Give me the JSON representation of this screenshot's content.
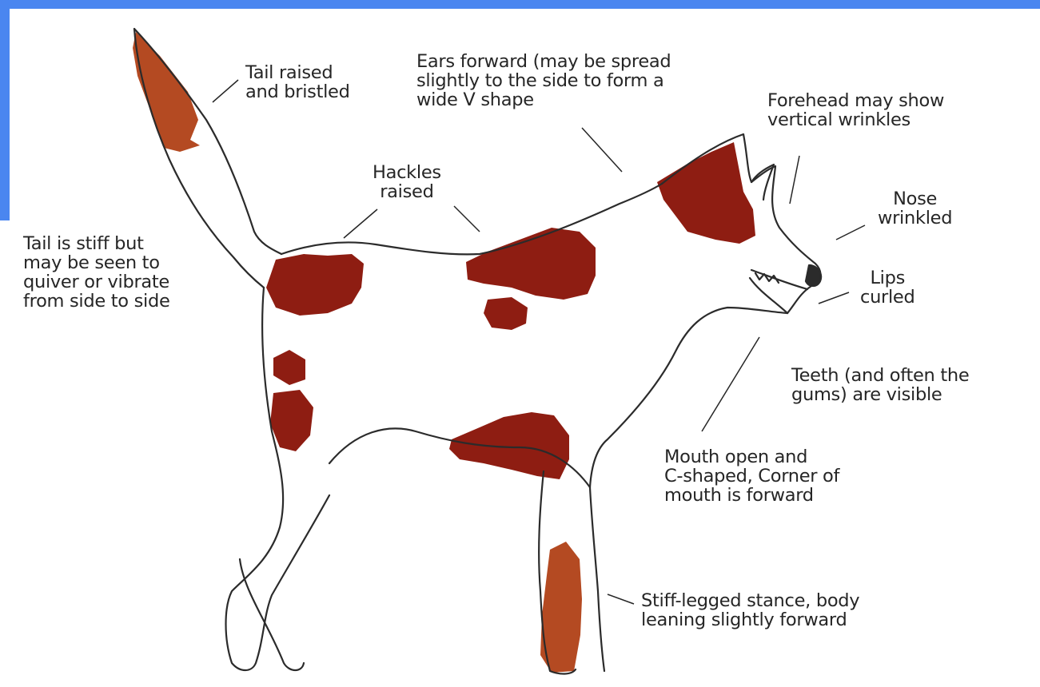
{
  "colors": {
    "frame": "#4a86f0",
    "outline": "#2b2b2b",
    "patch": "#8e1d12",
    "patch_light": "#b44a22",
    "text": "#262626",
    "background": "#ffffff"
  },
  "labels": {
    "tail_raised": "Tail raised\nand bristled",
    "ears_forward": "Ears forward (may be spread\nslightly to the side to form a\nwide V shape",
    "forehead": "Forehead may show\nvertical wrinkles",
    "hackles": "Hackles\nraised",
    "nose": "Nose\nwrinkled",
    "tail_stiff": "Tail is stiff but\nmay be seen to\nquiver or vibrate\nfrom side to side",
    "lips": "Lips\ncurled",
    "teeth": "Teeth (and often the\ngums) are visible",
    "mouth": "Mouth open and\nC-shaped, Corner of\nmouth is forward",
    "stance": "Stiff-legged stance, body\nleaning slightly forward"
  }
}
